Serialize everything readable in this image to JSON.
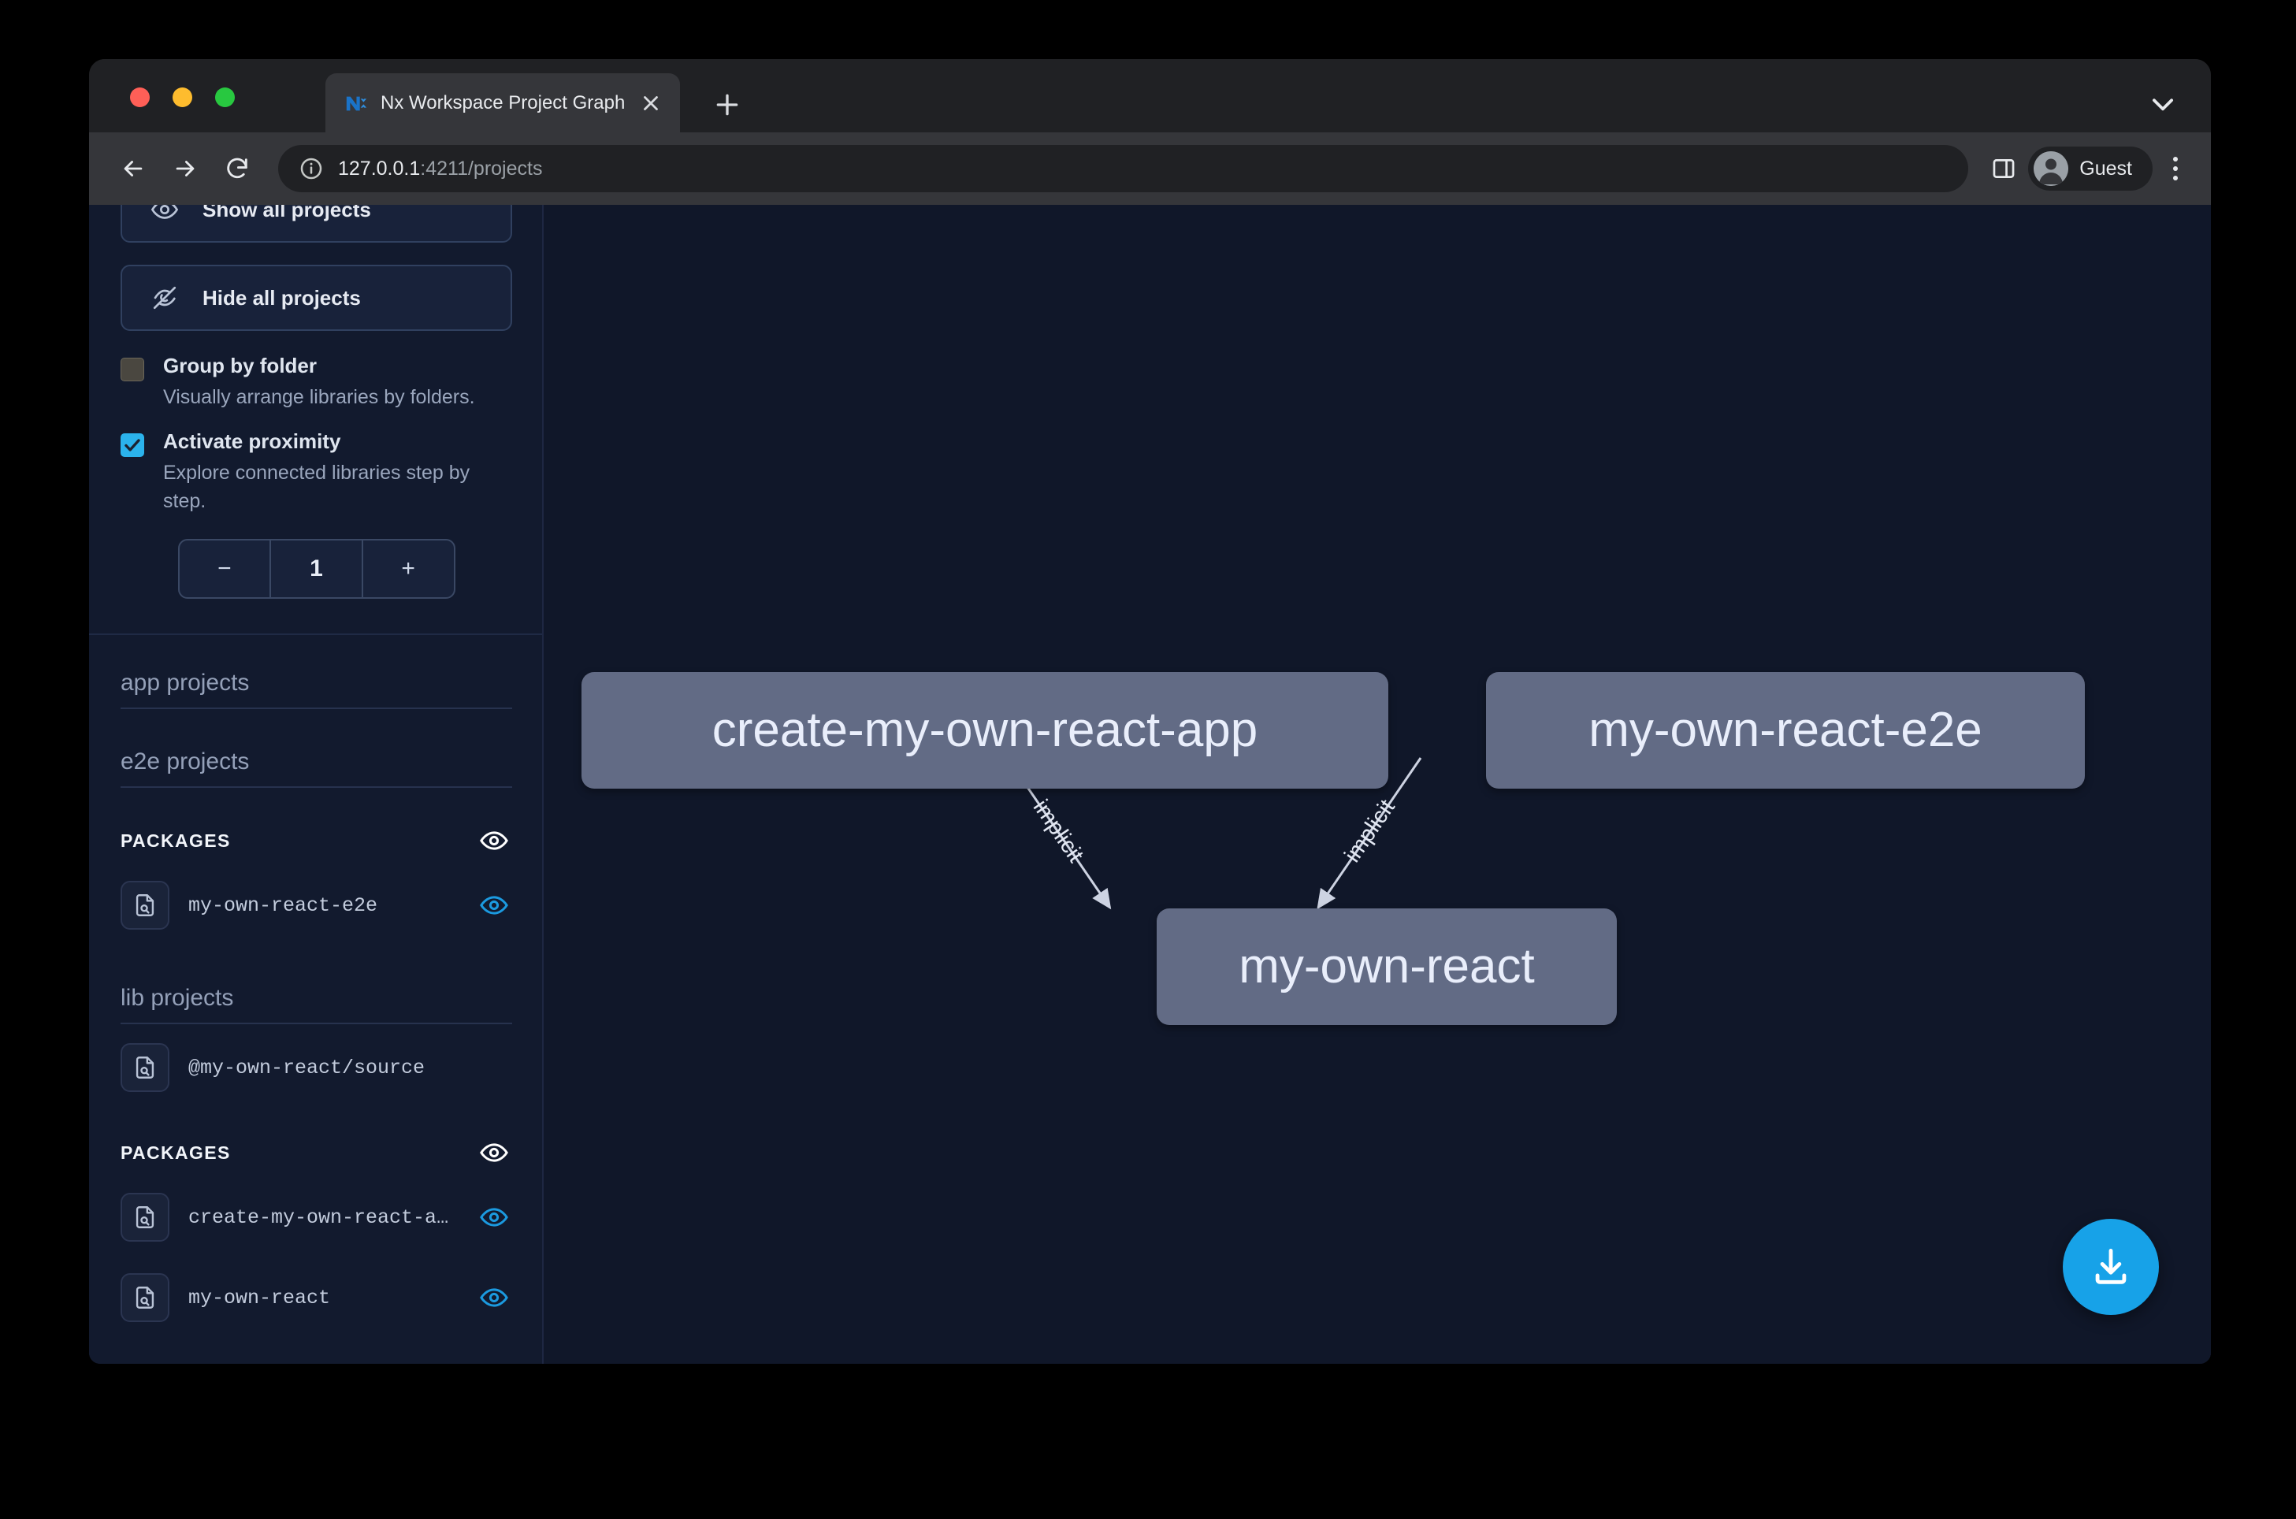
{
  "browser": {
    "tab": {
      "title": "Nx Workspace Project Graph",
      "favicon": "nx-logo-icon",
      "close": "close-icon"
    },
    "new_tab": "new-tab-icon",
    "tab_list_chevron": "chevron-down-icon",
    "back": "back-arrow-icon",
    "forward": "forward-arrow-icon",
    "reload": "reload-icon",
    "site_info": "info-icon",
    "url_host": "127.0.0.1",
    "url_rest": ":4211/projects",
    "side_panel": "side-panel-icon",
    "profile_name": "Guest",
    "menu": "kebab-menu-icon"
  },
  "sidebar": {
    "show_all_label": "Show all projects",
    "hide_all_label": "Hide all projects",
    "hide_all_icon": "eye-off-icon",
    "options": [
      {
        "id": "group-by-folder",
        "label": "Group by folder",
        "description": "Visually arrange libraries by folders.",
        "checked": false
      },
      {
        "id": "activate-proximity",
        "label": "Activate proximity",
        "description": "Explore connected libraries step by step.",
        "checked": true
      }
    ],
    "stepper": {
      "decrement": "−",
      "value": "1",
      "increment": "+"
    },
    "groups": [
      {
        "type": "header",
        "label": "app projects"
      },
      {
        "type": "header",
        "label": "e2e projects"
      },
      {
        "type": "packages",
        "label": "PACKAGES",
        "eye": "eye-icon",
        "items": [
          {
            "name": "my-own-react-e2e",
            "icon": "document-search-icon",
            "eye": "eye-icon",
            "eye_active": true
          }
        ]
      },
      {
        "type": "header_with_items",
        "label": "lib projects",
        "items": [
          {
            "name": "@my-own-react/source",
            "icon": "document-search-icon",
            "eye": null,
            "eye_active": false
          }
        ]
      },
      {
        "type": "packages",
        "label": "PACKAGES",
        "eye": "eye-icon",
        "items": [
          {
            "name": "create-my-own-react-app",
            "icon": "document-search-icon",
            "eye": "eye-icon",
            "eye_active": true
          },
          {
            "name": "my-own-react",
            "icon": "document-search-icon",
            "eye": "eye-icon",
            "eye_active": true
          }
        ]
      }
    ]
  },
  "graph": {
    "nodes": [
      {
        "id": "create-my-own-react-app",
        "label": "create-my-own-react-app"
      },
      {
        "id": "my-own-react-e2e",
        "label": "my-own-react-e2e"
      },
      {
        "id": "my-own-react",
        "label": "my-own-react"
      }
    ],
    "edges": [
      {
        "from": "create-my-own-react-app",
        "to": "my-own-react",
        "label": "implicit"
      },
      {
        "from": "my-own-react-e2e",
        "to": "my-own-react",
        "label": "implicit"
      }
    ],
    "node_color": "#626b85",
    "edge_color": "#cdd3e2",
    "download_button": "download-icon",
    "download_color": "#17a2e8"
  }
}
